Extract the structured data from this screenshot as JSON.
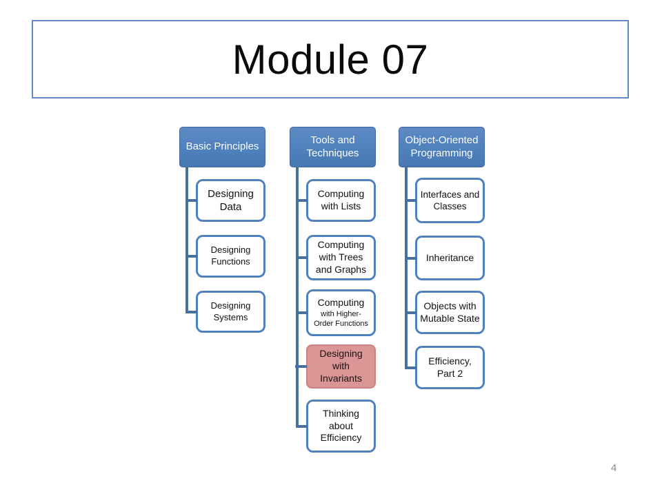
{
  "slide": {
    "title": "Module 07",
    "page_number": "4"
  },
  "colors": {
    "accent_blue": "#4f81bd",
    "connector_blue": "#46719e",
    "highlight_pink": "#d99694",
    "highlight_pink_border": "#c8827f",
    "title_border_blue": "#6289bd",
    "page_number_gray": "#8a8a8a"
  },
  "org_chart": {
    "columns": [
      {
        "header": "Basic Principles",
        "items": [
          {
            "label": "Designing Data"
          },
          {
            "label": "Designing Functions"
          },
          {
            "label": "Designing Systems"
          }
        ]
      },
      {
        "header": "Tools and Techniques",
        "items": [
          {
            "label": "Computing with Lists"
          },
          {
            "label": "Computing with Trees and Graphs"
          },
          {
            "label_line1": "Computing",
            "label_line2": "with Higher-Order Functions"
          },
          {
            "label": "Designing with Invariants",
            "highlighted": true
          },
          {
            "label": "Thinking about Efficiency"
          }
        ]
      },
      {
        "header": "Object-Oriented Programming",
        "items": [
          {
            "label": "Interfaces and Classes"
          },
          {
            "label": "Inheritance"
          },
          {
            "label": "Objects with Mutable State"
          },
          {
            "label": "Efficiency, Part 2"
          }
        ]
      }
    ]
  }
}
